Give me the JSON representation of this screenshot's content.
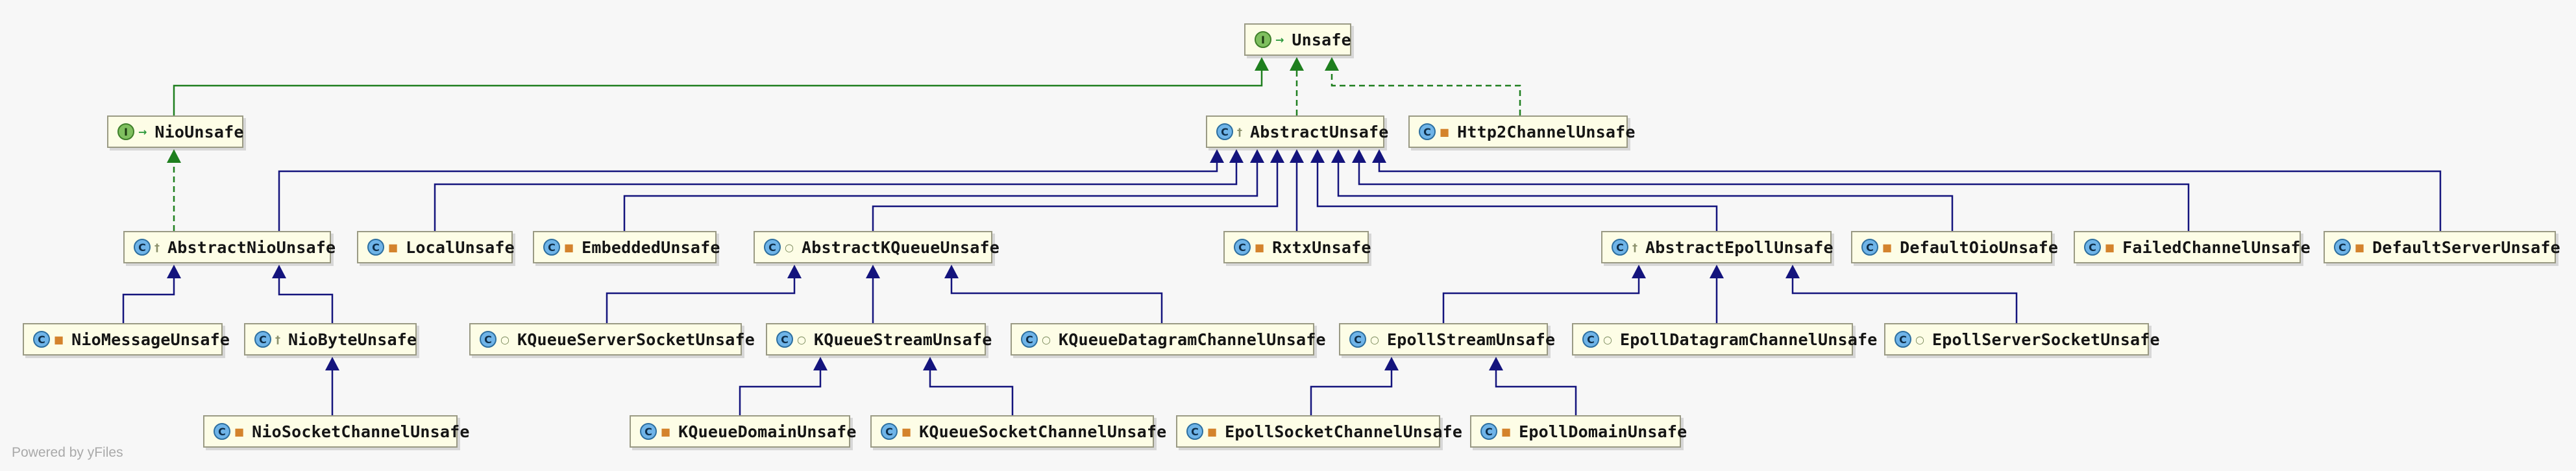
{
  "footer": "Powered by yFiles",
  "colors": {
    "extends": "#14147d",
    "implements": "#1f7f1f"
  },
  "nodes": [
    {
      "id": "Unsafe",
      "label": "Unsafe",
      "kind": "interface",
      "visibility": "public"
    },
    {
      "id": "NioUnsafe",
      "label": "NioUnsafe",
      "kind": "interface",
      "visibility": "public"
    },
    {
      "id": "AbstractUnsafe",
      "label": "AbstractUnsafe",
      "kind": "class",
      "visibility": "protected"
    },
    {
      "id": "Http2ChannelUnsafe",
      "label": "Http2ChannelUnsafe",
      "kind": "class",
      "visibility": "private"
    },
    {
      "id": "AbstractNioUnsafe",
      "label": "AbstractNioUnsafe",
      "kind": "class",
      "visibility": "protected"
    },
    {
      "id": "LocalUnsafe",
      "label": "LocalUnsafe",
      "kind": "class",
      "visibility": "private"
    },
    {
      "id": "EmbeddedUnsafe",
      "label": "EmbeddedUnsafe",
      "kind": "class",
      "visibility": "private"
    },
    {
      "id": "AbstractKQueueUnsafe",
      "label": "AbstractKQueueUnsafe",
      "kind": "class",
      "visibility": "package"
    },
    {
      "id": "RxtxUnsafe",
      "label": "RxtxUnsafe",
      "kind": "class",
      "visibility": "private"
    },
    {
      "id": "AbstractEpollUnsafe",
      "label": "AbstractEpollUnsafe",
      "kind": "class",
      "visibility": "protected"
    },
    {
      "id": "DefaultOioUnsafe",
      "label": "DefaultOioUnsafe",
      "kind": "class",
      "visibility": "private"
    },
    {
      "id": "FailedChannelUnsafe",
      "label": "FailedChannelUnsafe",
      "kind": "class",
      "visibility": "private"
    },
    {
      "id": "DefaultServerUnsafe",
      "label": "DefaultServerUnsafe",
      "kind": "class",
      "visibility": "private"
    },
    {
      "id": "NioMessageUnsafe",
      "label": "NioMessageUnsafe",
      "kind": "class",
      "visibility": "private"
    },
    {
      "id": "NioByteUnsafe",
      "label": "NioByteUnsafe",
      "kind": "class",
      "visibility": "protected"
    },
    {
      "id": "KQueueServerSocketUnsafe",
      "label": "KQueueServerSocketUnsafe",
      "kind": "class",
      "visibility": "package"
    },
    {
      "id": "KQueueStreamUnsafe",
      "label": "KQueueStreamUnsafe",
      "kind": "class",
      "visibility": "package"
    },
    {
      "id": "KQueueDatagramChannelUnsafe",
      "label": "KQueueDatagramChannelUnsafe",
      "kind": "class",
      "visibility": "package"
    },
    {
      "id": "EpollStreamUnsafe",
      "label": "EpollStreamUnsafe",
      "kind": "class",
      "visibility": "package"
    },
    {
      "id": "EpollDatagramChannelUnsafe",
      "label": "EpollDatagramChannelUnsafe",
      "kind": "class",
      "visibility": "package"
    },
    {
      "id": "EpollServerSocketUnsafe",
      "label": "EpollServerSocketUnsafe",
      "kind": "class",
      "visibility": "package"
    },
    {
      "id": "NioSocketChannelUnsafe",
      "label": "NioSocketChannelUnsafe",
      "kind": "class",
      "visibility": "private"
    },
    {
      "id": "KQueueDomainUnsafe",
      "label": "KQueueDomainUnsafe",
      "kind": "class",
      "visibility": "private"
    },
    {
      "id": "KQueueSocketChannelUnsafe",
      "label": "KQueueSocketChannelUnsafe",
      "kind": "class",
      "visibility": "private"
    },
    {
      "id": "EpollSocketChannelUnsafe",
      "label": "EpollSocketChannelUnsafe",
      "kind": "class",
      "visibility": "private"
    },
    {
      "id": "EpollDomainUnsafe",
      "label": "EpollDomainUnsafe",
      "kind": "class",
      "visibility": "private"
    }
  ],
  "edges": [
    {
      "from": "NioUnsafe",
      "to": "Unsafe",
      "type": "extends-interface"
    },
    {
      "from": "AbstractUnsafe",
      "to": "Unsafe",
      "type": "implements"
    },
    {
      "from": "Http2ChannelUnsafe",
      "to": "Unsafe",
      "type": "implements"
    },
    {
      "from": "AbstractNioUnsafe",
      "to": "NioUnsafe",
      "type": "implements"
    },
    {
      "from": "AbstractNioUnsafe",
      "to": "AbstractUnsafe",
      "type": "extends"
    },
    {
      "from": "LocalUnsafe",
      "to": "AbstractUnsafe",
      "type": "extends"
    },
    {
      "from": "EmbeddedUnsafe",
      "to": "AbstractUnsafe",
      "type": "extends"
    },
    {
      "from": "AbstractKQueueUnsafe",
      "to": "AbstractUnsafe",
      "type": "extends"
    },
    {
      "from": "RxtxUnsafe",
      "to": "AbstractUnsafe",
      "type": "extends"
    },
    {
      "from": "AbstractEpollUnsafe",
      "to": "AbstractUnsafe",
      "type": "extends"
    },
    {
      "from": "DefaultOioUnsafe",
      "to": "AbstractUnsafe",
      "type": "extends"
    },
    {
      "from": "FailedChannelUnsafe",
      "to": "AbstractUnsafe",
      "type": "extends"
    },
    {
      "from": "DefaultServerUnsafe",
      "to": "AbstractUnsafe",
      "type": "extends"
    },
    {
      "from": "NioMessageUnsafe",
      "to": "AbstractNioUnsafe",
      "type": "extends"
    },
    {
      "from": "NioByteUnsafe",
      "to": "AbstractNioUnsafe",
      "type": "extends"
    },
    {
      "from": "NioSocketChannelUnsafe",
      "to": "NioByteUnsafe",
      "type": "extends"
    },
    {
      "from": "KQueueServerSocketUnsafe",
      "to": "AbstractKQueueUnsafe",
      "type": "extends"
    },
    {
      "from": "KQueueStreamUnsafe",
      "to": "AbstractKQueueUnsafe",
      "type": "extends"
    },
    {
      "from": "KQueueDatagramChannelUnsafe",
      "to": "AbstractKQueueUnsafe",
      "type": "extends"
    },
    {
      "from": "KQueueDomainUnsafe",
      "to": "KQueueStreamUnsafe",
      "type": "extends"
    },
    {
      "from": "KQueueSocketChannelUnsafe",
      "to": "KQueueStreamUnsafe",
      "type": "extends"
    },
    {
      "from": "EpollStreamUnsafe",
      "to": "AbstractEpollUnsafe",
      "type": "extends"
    },
    {
      "from": "EpollDatagramChannelUnsafe",
      "to": "AbstractEpollUnsafe",
      "type": "extends"
    },
    {
      "from": "EpollServerSocketUnsafe",
      "to": "AbstractEpollUnsafe",
      "type": "extends"
    },
    {
      "from": "EpollSocketChannelUnsafe",
      "to": "EpollStreamUnsafe",
      "type": "extends"
    },
    {
      "from": "EpollDomainUnsafe",
      "to": "EpollStreamUnsafe",
      "type": "extends"
    }
  ]
}
